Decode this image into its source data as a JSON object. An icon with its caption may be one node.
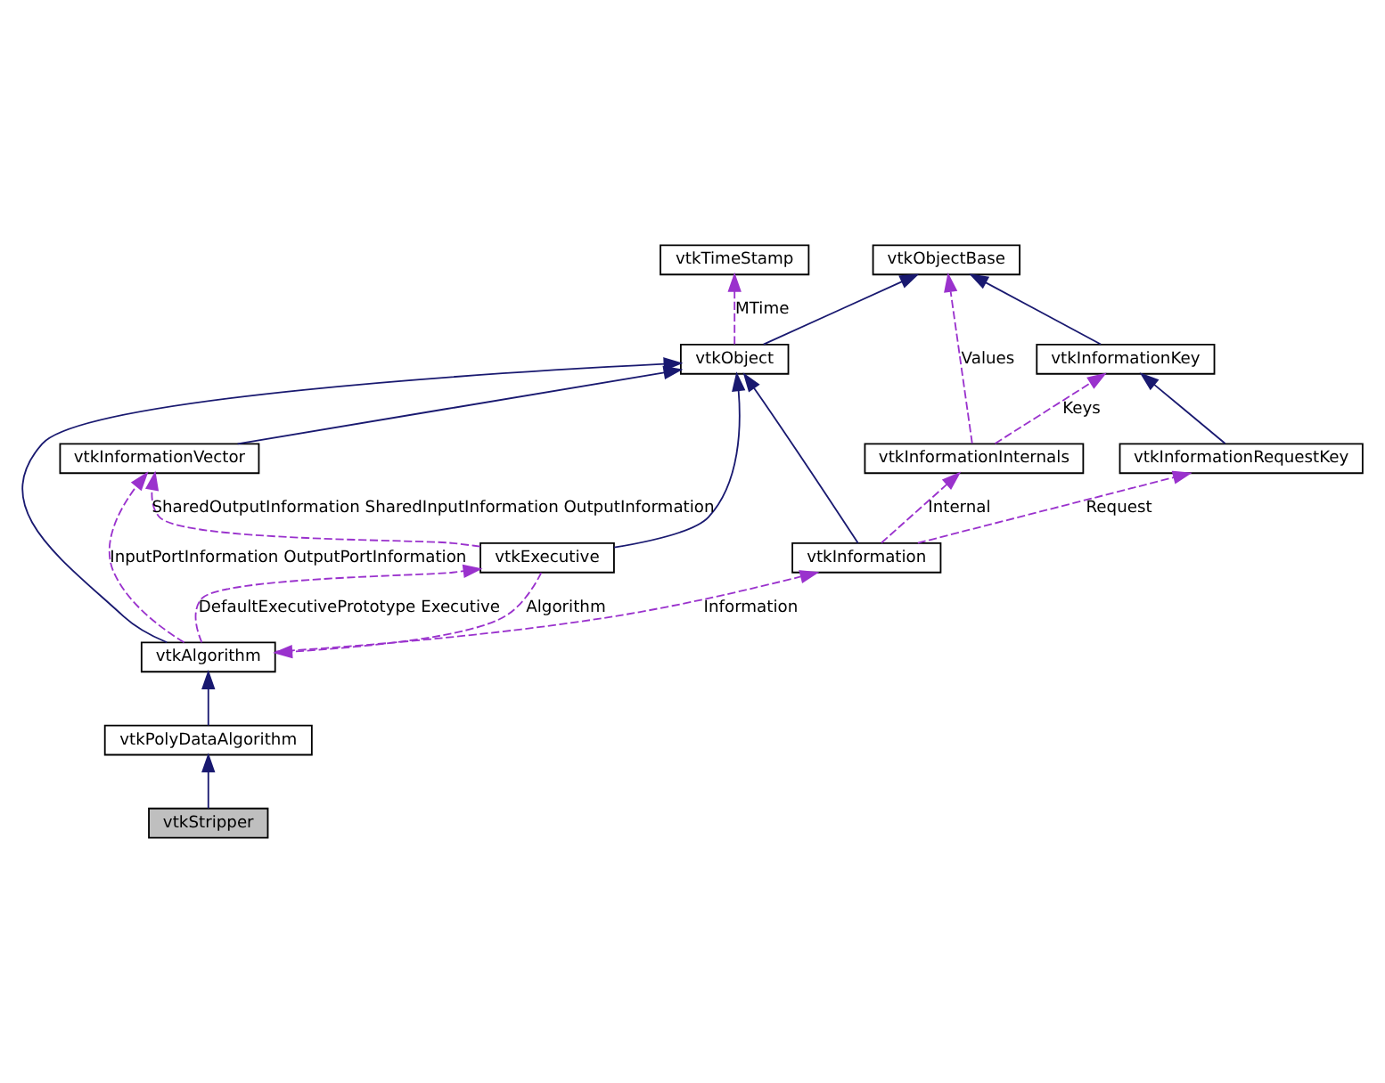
{
  "diagram": {
    "nodes": [
      {
        "text": [
          "vtkObjectBase"
        ]
      },
      {
        "text": [
          "vtkInformationKey"
        ]
      },
      {
        "text": [
          "vtkTimeStamp"
        ]
      },
      {
        "text": [
          "vtkInformationInternals"
        ]
      },
      {
        "text": [
          "vtkInformationRequestKey"
        ]
      },
      {
        "text": [
          "vtkObject"
        ]
      },
      {
        "text": [
          "vtkInformation"
        ]
      },
      {
        "text": [
          "vtkInformationVector"
        ]
      },
      {
        "text": [
          "vtkAlgorithm"
        ]
      },
      {
        "text": [
          "vtkPolyDataAlgorithm"
        ]
      },
      {
        "text": [
          "vtkExecutive"
        ]
      },
      {
        "text": [
          "vtkStripper"
        ]
      }
    ],
    "edges": [
      {
        "from": 1,
        "to": 0,
        "arrow": "to",
        "color": "#191970"
      },
      {
        "from": 5,
        "to": 0,
        "arrow": "to",
        "color": "#191970"
      },
      {
        "from": 4,
        "to": 1,
        "arrow": "to",
        "color": "#191970"
      },
      {
        "from": 3,
        "to": 0,
        "arrow": "to",
        "style": "dashed",
        "label": "Values"
      },
      {
        "from": 3,
        "to": 1,
        "arrow": "to",
        "style": "dashed",
        "label": "Keys"
      },
      {
        "from": 5,
        "to": 2,
        "arrow": "to",
        "style": "dashed",
        "label": "MTime"
      },
      {
        "from": 6,
        "to": 3,
        "arrow": "to",
        "style": "dashed",
        "label": "Internal"
      },
      {
        "from": 6,
        "to": 4,
        "arrow": "to",
        "style": "dashed",
        "label": "Request"
      },
      {
        "from": 6,
        "to": 5,
        "arrow": "to",
        "color": "#191970"
      },
      {
        "from": 7,
        "to": 5,
        "arrow": "to",
        "color": "#191970"
      },
      {
        "from": 8,
        "to": 5,
        "arrow": "to",
        "color": "#191970"
      },
      {
        "from": 10,
        "to": 5,
        "arrow": "to",
        "color": "#191970"
      },
      {
        "from": 8,
        "to": 6,
        "arrow": "to",
        "style": "dashed",
        "label": "Information"
      },
      {
        "from": 8,
        "to": 7,
        "arrow": "to",
        "style": "dashed",
        "label": "InputPortInformation OutputPortInformation"
      },
      {
        "from": 10,
        "to": 7,
        "arrow": "to",
        "style": "dashed",
        "label": "SharedOutputInformation SharedInputInformation OutputInformation"
      },
      {
        "from": 10,
        "to": 8,
        "arrow": "to",
        "style": "dashed",
        "label": "Algorithm"
      },
      {
        "from": 8,
        "to": 10,
        "arrow": "to",
        "style": "dashed",
        "label": "DefaultExecutivePrototype Executive"
      },
      {
        "from": 9,
        "to": 8,
        "arrow": "to",
        "color": "#191970"
      },
      {
        "from": 11,
        "to": 9,
        "arrow": "to",
        "color": "#191970"
      }
    ]
  }
}
